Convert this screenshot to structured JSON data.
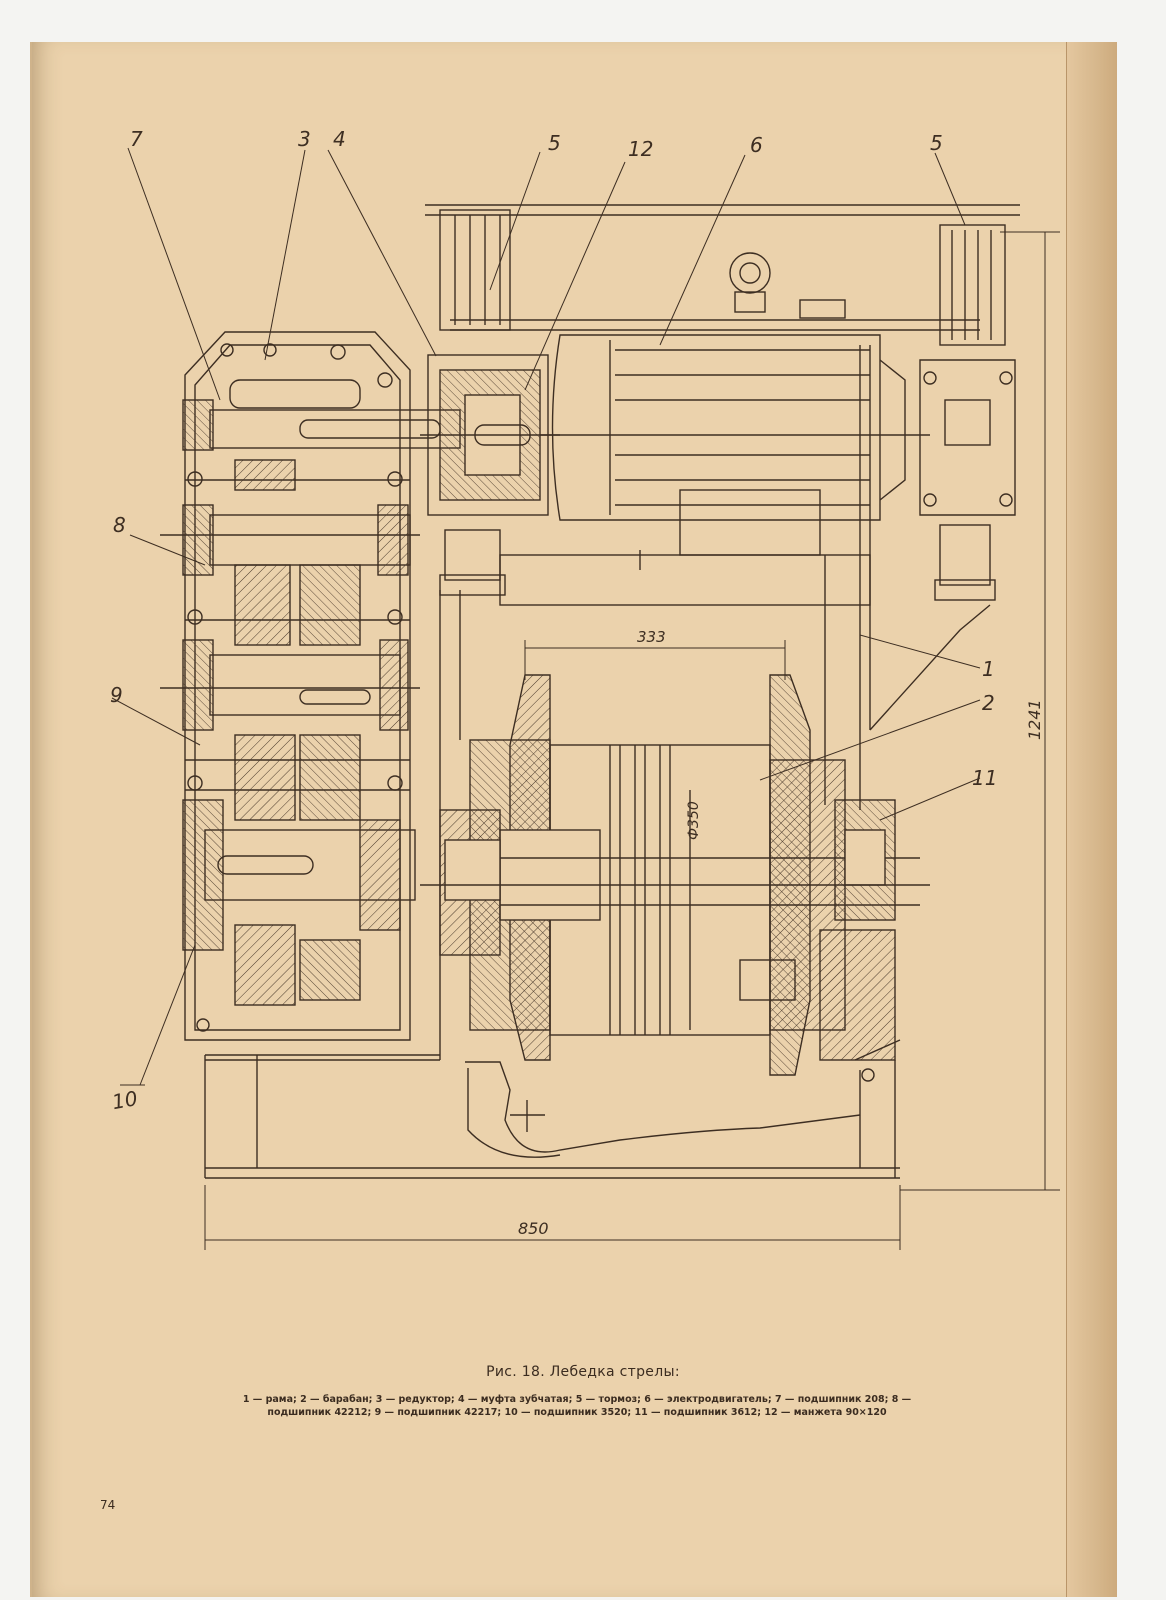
{
  "callouts": {
    "c7": "7",
    "c3": "3",
    "c4": "4",
    "c5a": "5",
    "c12": "12",
    "c6": "6",
    "c5b": "5",
    "c8": "8",
    "c9": "9",
    "c10": "10",
    "c1": "1",
    "c2": "2",
    "c11": "11"
  },
  "dimensions": {
    "drum_length": "333",
    "drum_diameter": "Ф350",
    "height": "1241",
    "width": "850"
  },
  "caption": {
    "title": "Рис. 18. Лебедка стрелы:",
    "legend": "1 — рама; 2 — барабан; 3 — редуктор; 4 — муфта зубчатая; 5 — тормоз; 6 — электродвигатель; 7 — подшипник 208; 8 — подшипник 42212; 9 — подшипник 42217; 10 — подшипник 3520; 11 — подшипник 3612; 12 — манжета 90×120"
  },
  "page_number": "74",
  "colors": {
    "paper": "#ebd2ac",
    "ink": "#3d2e22",
    "background": "#f4f4f2"
  }
}
